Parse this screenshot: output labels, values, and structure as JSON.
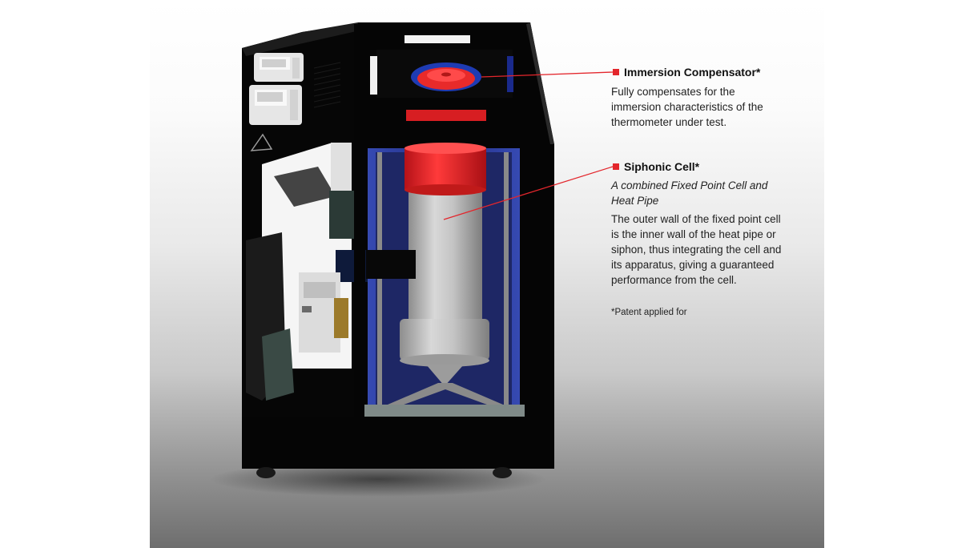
{
  "callouts": {
    "immersion": {
      "title": "Immersion Compensator*",
      "body": [
        "Fully compensates for the",
        "immersion characteristics of the",
        "thermometer under test."
      ]
    },
    "siphonic": {
      "title": "Siphonic Cell*",
      "subtitle": [
        "A combined Fixed Point Cell and",
        "Heat Pipe"
      ],
      "body": [
        "The outer wall of the fixed point cell",
        "is the inner wall of the heat pipe or",
        "siphon, thus integrating the cell and",
        "its apparatus, giving a guaranteed",
        "performance from the cell."
      ]
    }
  },
  "note": "*Patent applied for",
  "colors": {
    "accent": "#e3262c",
    "cabinet": "#050505",
    "liner_blue": "#1a2a8c",
    "cell_grey": "#b8b8b8"
  }
}
